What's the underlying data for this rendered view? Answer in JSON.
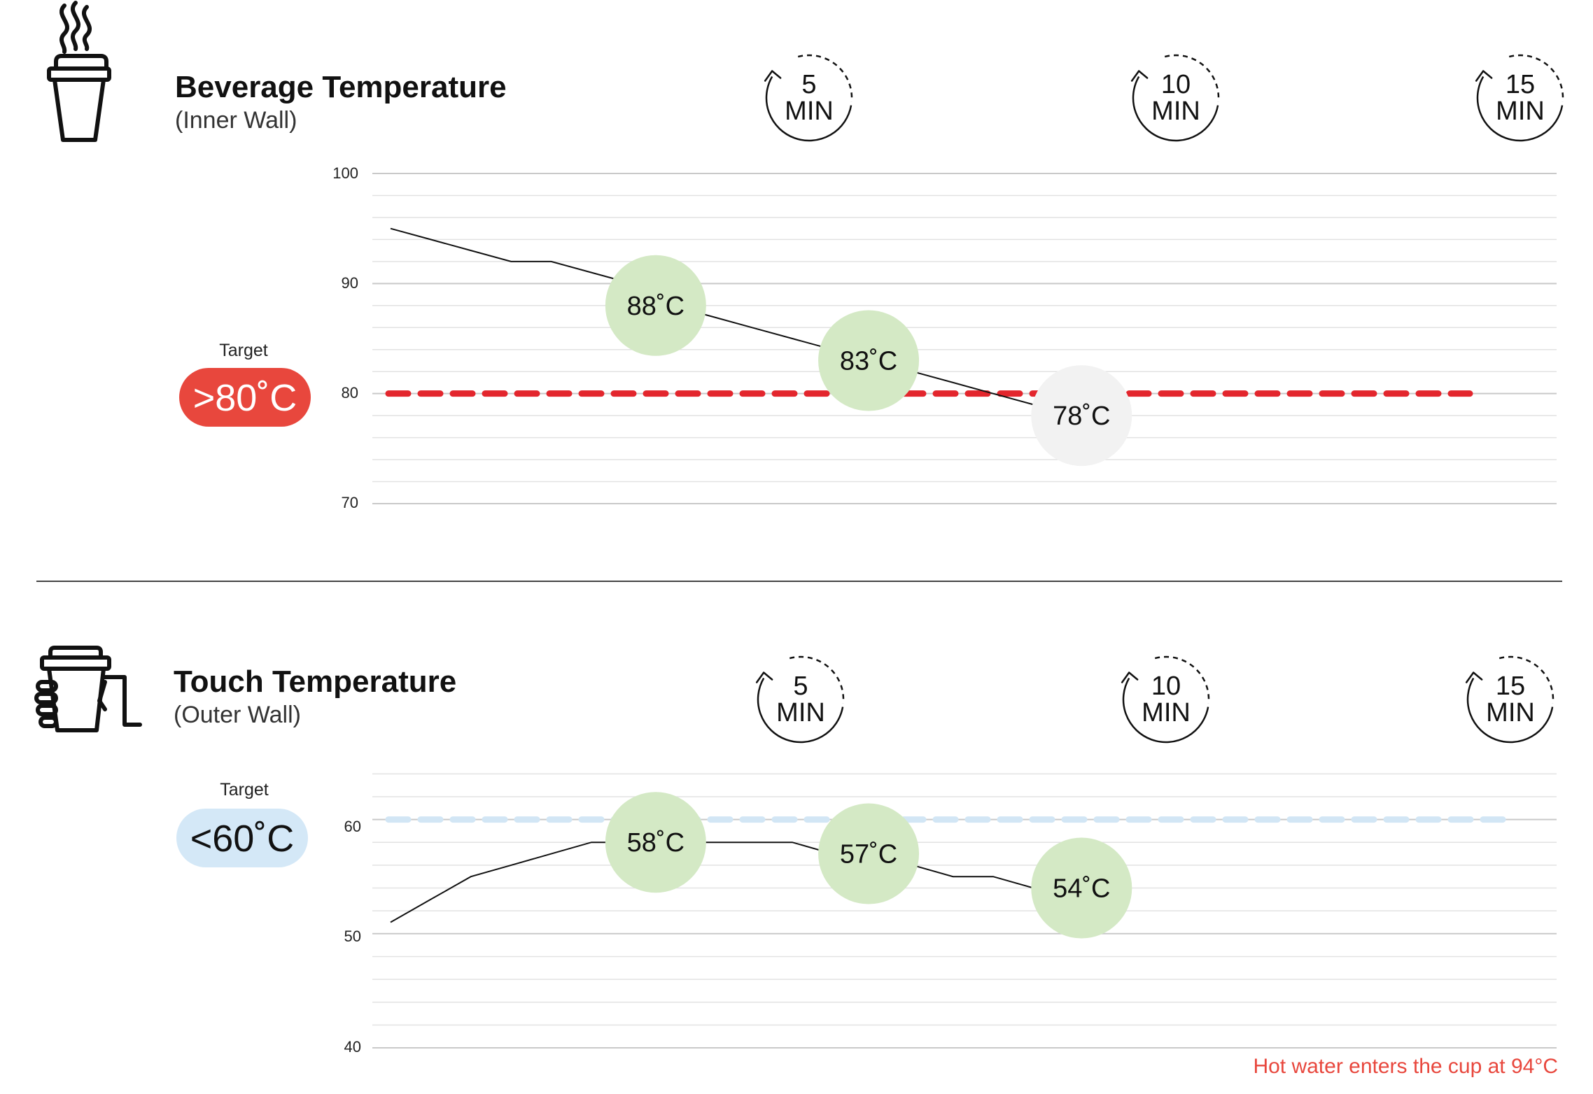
{
  "colors": {
    "hot_target": "#e8473d",
    "cold_target": "#d4e8f7",
    "bubble_ok": "#d4e9c5",
    "bubble_fail": "#f2f2f2",
    "hot_line": "#e3262d",
    "cold_line": "#d2e6f5",
    "note": "#e8473d"
  },
  "footnote": "Hot water enters the cup at 94°C",
  "chart_data": [
    {
      "type": "line",
      "title": "Beverage Temperature",
      "subtitle": "(Inner Wall)",
      "icon": "hot-cup-icon",
      "ylim": [
        70,
        100
      ],
      "yticks": [
        "70",
        "80",
        "90",
        "100"
      ],
      "target": {
        "label": "Target",
        "text": ">80˚C",
        "value": 80
      },
      "x": [
        0,
        1,
        2,
        3,
        4,
        5,
        6,
        7,
        8,
        9,
        10,
        11,
        12,
        13,
        14,
        15,
        16,
        17
      ],
      "series": [
        {
          "values": [
            95,
            94,
            93,
            92,
            92,
            91,
            90,
            88,
            87,
            86,
            85,
            84,
            83,
            82,
            81,
            80,
            79,
            78
          ]
        }
      ],
      "checkpoints": [
        {
          "time_number": "5",
          "time_unit": "MIN",
          "value": 88,
          "label": "88˚C",
          "x": 6.6,
          "status": "ok"
        },
        {
          "time_number": "10",
          "time_unit": "MIN",
          "value": 83,
          "label": "83˚C",
          "x": 11.9,
          "status": "ok"
        },
        {
          "time_number": "15",
          "time_unit": "MIN",
          "value": 78,
          "label": "78˚C",
          "x": 17.2,
          "status": "fail"
        }
      ]
    },
    {
      "type": "line",
      "title": "Touch Temperature",
      "subtitle": "(Outer Wall)",
      "icon": "hand-holding-cup-icon",
      "ylim": [
        40,
        65
      ],
      "yticks": [
        "40",
        "50",
        "60"
      ],
      "target": {
        "label": "Target",
        "text": "<60˚C",
        "value": 60
      },
      "x": [
        0,
        1,
        2,
        3,
        4,
        5,
        6,
        7,
        8,
        9,
        10,
        11,
        12,
        13,
        14,
        15,
        16,
        17
      ],
      "series": [
        {
          "values": [
            51,
            53,
            55,
            56,
            57,
            58,
            58,
            58,
            58,
            58,
            58,
            57,
            57,
            56,
            55,
            55,
            54,
            54
          ]
        }
      ],
      "checkpoints": [
        {
          "time_number": "5",
          "time_unit": "MIN",
          "value": 58,
          "label": "58˚C",
          "x": 6.6,
          "status": "ok"
        },
        {
          "time_number": "10",
          "time_unit": "MIN",
          "value": 57,
          "label": "57˚C",
          "x": 11.9,
          "status": "ok"
        },
        {
          "time_number": "15",
          "time_unit": "MIN",
          "value": 54,
          "label": "54˚C",
          "x": 17.2,
          "status": "ok"
        }
      ]
    }
  ]
}
